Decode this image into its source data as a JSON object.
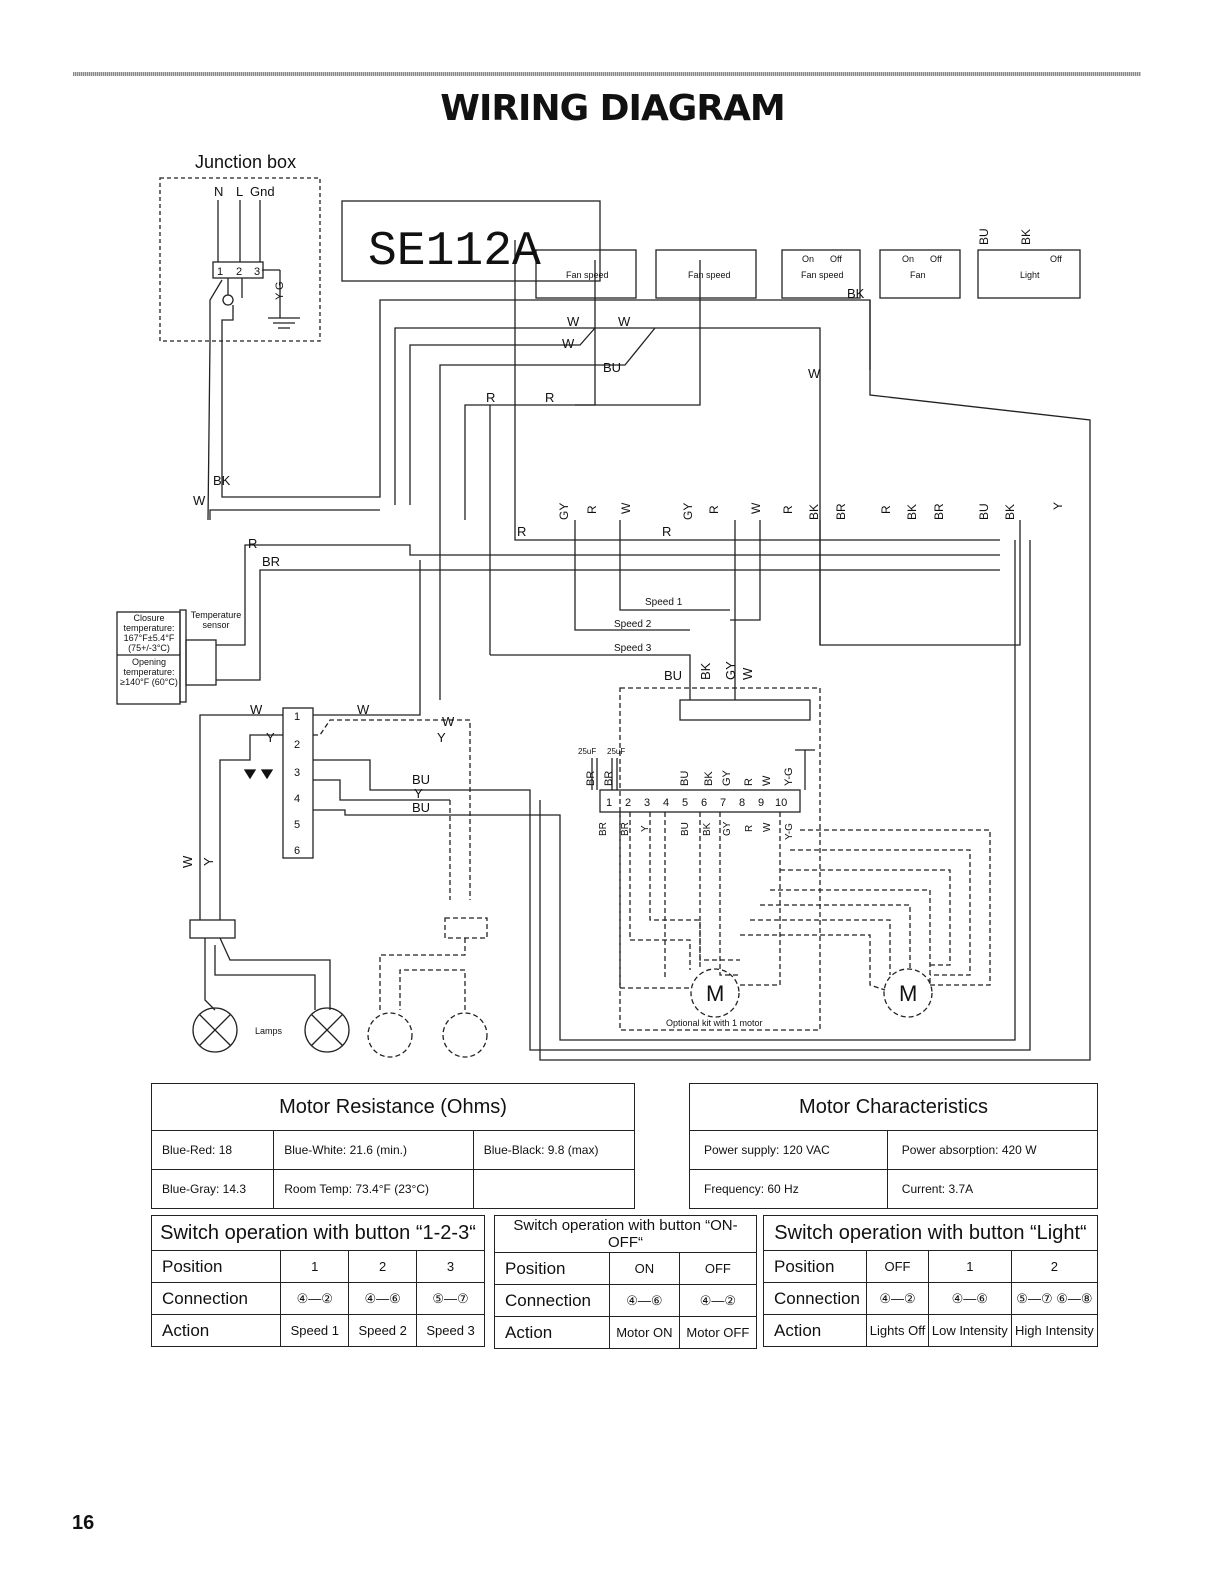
{
  "page": {
    "title": "WIRING DIAGRAM",
    "page_number": "16"
  },
  "diagram": {
    "junction_box_label": "Junction box",
    "junction_terminals": [
      "N",
      "L",
      "Gnd"
    ],
    "terminal_block_1": "1",
    "terminal_block_2": "2",
    "terminal_block_3": "3",
    "gnd_wire": "Y-G",
    "model": "SE112A",
    "wire_bk_top": "BK",
    "wire_w1": "W",
    "wire_w2": "W",
    "wire_w3": "W",
    "wire_bu1": "BU",
    "wire_w_right": "W",
    "wire_r1": "R",
    "wire_r2": "R",
    "wire_r_sw1": "R",
    "wire_r_sw2": "R",
    "wire_w_left": "W",
    "wire_bk_left": "BK",
    "wire_r_left": "R",
    "wire_br_left": "BR",
    "switch1_label": "Fan speed",
    "switch2_label": "Fan speed",
    "switch3_label": "Fan speed",
    "switch4_label": "Fan",
    "switch5_label": "Light",
    "on_label": "On",
    "off_label": "Off",
    "sw_bottom_labels_1": [
      "GY",
      "R",
      "W"
    ],
    "sw_bottom_labels_2": [
      "GY",
      "R",
      "W"
    ],
    "sw_bottom_labels_3": [
      "R",
      "BK",
      "BR"
    ],
    "sw_bottom_labels_4": [
      "R",
      "BK",
      "BR"
    ],
    "sw_bottom_labels_5": [
      "BU",
      "BK",
      "Y"
    ],
    "sw5_top_labels": [
      "BU",
      "BK"
    ],
    "speed1": "Speed 1",
    "speed2": "Speed 2",
    "speed3": "Speed 3",
    "motor_wires": [
      "BU",
      "BK",
      "GY",
      "W"
    ],
    "closure_label": "Closure temperature: 167°F±5.4°F (75+/-3°C)",
    "opening_label": "Opening temperature: ≥140°F (60°C)",
    "sensor_label": "Temperature sensor",
    "lamp_w1": "W",
    "lamp_w2": "W",
    "lamp_w3": "W",
    "lamp_y": "Y",
    "lamp_y2": "Y",
    "lamp_bu": "BU",
    "lamp_y3": "Y",
    "lamp_bu2": "BU",
    "lamp_block": [
      "1",
      "2",
      "3",
      "4",
      "5",
      "6"
    ],
    "lamps_label": "Lamps",
    "lamp_w_vert": "W",
    "lamp_y_vert": "Y",
    "cap1": "25uF",
    "cap2": "25uF",
    "motor_block": [
      "1",
      "2",
      "3",
      "4",
      "5",
      "6",
      "7",
      "8",
      "9",
      "10"
    ],
    "motor_top_labels": [
      "BR",
      "BR",
      "BU",
      "BK",
      "GY",
      "R",
      "W",
      "Y-G"
    ],
    "motor_bottom_labels": [
      "BR",
      "BR",
      "Y",
      "BU",
      "BK",
      "GY",
      "R",
      "W",
      "Y-G"
    ],
    "motor_symbol": "M",
    "motor_symbol_2": "M",
    "optional_kit": "Optional kit with 1 motor"
  },
  "resistance_table": {
    "title": "Motor Resistance (Ohms)",
    "rows": [
      [
        "Blue-Red: 18",
        "Blue-White: 21.6 (min.)",
        "Blue-Black: 9.8 (max)"
      ],
      [
        "Blue-Gray: 14.3",
        "Room Temp: 73.4°F (23°C)",
        ""
      ]
    ]
  },
  "characteristics_table": {
    "title": "Motor Characteristics",
    "rows": [
      [
        "Power supply: 120 VAC",
        "Power absorption: 420 W"
      ],
      [
        "Frequency: 60 Hz",
        "Current: 3.7A"
      ]
    ]
  },
  "switch_123": {
    "title": "Switch operation with button “1-2-3“",
    "position": [
      "Position",
      "1",
      "2",
      "3"
    ],
    "connection": [
      "Connection",
      "④—②",
      "④—⑥",
      "⑤—⑦"
    ],
    "action": [
      "Action",
      "Speed 1",
      "Speed 2",
      "Speed 3"
    ]
  },
  "switch_onoff": {
    "title": "Switch operation with button “ON-OFF“",
    "position": [
      "Position",
      "ON",
      "OFF"
    ],
    "connection": [
      "Connection",
      "④—⑥",
      "④—②"
    ],
    "action": [
      "Action",
      "Motor ON",
      "Motor OFF"
    ]
  },
  "switch_light": {
    "title": "Switch operation with button “Light“",
    "position": [
      "Position",
      "OFF",
      "1",
      "2"
    ],
    "connection": [
      "Connection",
      "④—②",
      "④—⑥",
      "⑤—⑦ ⑥—⑧"
    ],
    "action": [
      "Action",
      "Lights Off",
      "Low Intensity",
      "High Intensity"
    ]
  }
}
